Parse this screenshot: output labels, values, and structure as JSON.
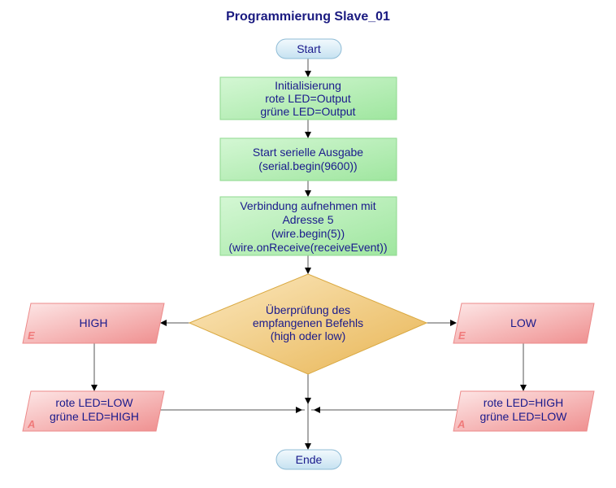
{
  "title": "Programmierung Slave_01",
  "nodes": {
    "start": {
      "type": "terminal",
      "lines": [
        "Start"
      ]
    },
    "init": {
      "type": "process",
      "lines": [
        "Initialisierung",
        "rote LED=Output",
        "grüne LED=Output"
      ]
    },
    "serial": {
      "type": "process",
      "lines": [
        "Start serielle Ausgabe",
        "(serial.begin(9600))"
      ]
    },
    "connect": {
      "type": "process",
      "lines": [
        "Verbindung aufnehmen mit",
        "Adresse 5",
        "(wire.begin(5))",
        "(wire.onReceive(receiveEvent))"
      ]
    },
    "check": {
      "type": "decision",
      "lines": [
        "Überprüfung des",
        "empfangenen Befehls",
        "(high oder low)"
      ]
    },
    "input_high": {
      "type": "input",
      "corner_letter": "E",
      "lines": [
        "HIGH"
      ]
    },
    "input_low": {
      "type": "input",
      "corner_letter": "E",
      "lines": [
        "LOW"
      ]
    },
    "output_high": {
      "type": "output",
      "corner_letter": "A",
      "lines": [
        "rote LED=LOW",
        "grüne LED=HIGH"
      ]
    },
    "output_low": {
      "type": "output",
      "corner_letter": "A",
      "lines": [
        "rote LED=HIGH",
        "grüne LED=LOW"
      ]
    },
    "end": {
      "type": "terminal",
      "lines": [
        "Ende"
      ]
    }
  },
  "edges": [
    {
      "from": "start",
      "to": "init"
    },
    {
      "from": "init",
      "to": "serial"
    },
    {
      "from": "serial",
      "to": "connect"
    },
    {
      "from": "connect",
      "to": "check"
    },
    {
      "from": "check",
      "to": "input_high"
    },
    {
      "from": "check",
      "to": "input_low"
    },
    {
      "from": "input_high",
      "to": "output_high"
    },
    {
      "from": "input_low",
      "to": "output_low"
    },
    {
      "from": "check",
      "to": "end"
    },
    {
      "from": "output_high",
      "to": "end"
    },
    {
      "from": "output_low",
      "to": "end"
    }
  ],
  "colors": {
    "title": "#1a1a80",
    "text": "#1a1a8c",
    "terminal_fill": "#d8ecf6",
    "terminal_stroke": "#8fbcd6",
    "process_fill": "#b4efb4",
    "process_stroke": "#8ed88e",
    "decision_fill": "#f0c870",
    "decision_stroke": "#d9a840",
    "io_fill": "#f4a6a6",
    "io_stroke": "#ec8a8a"
  }
}
